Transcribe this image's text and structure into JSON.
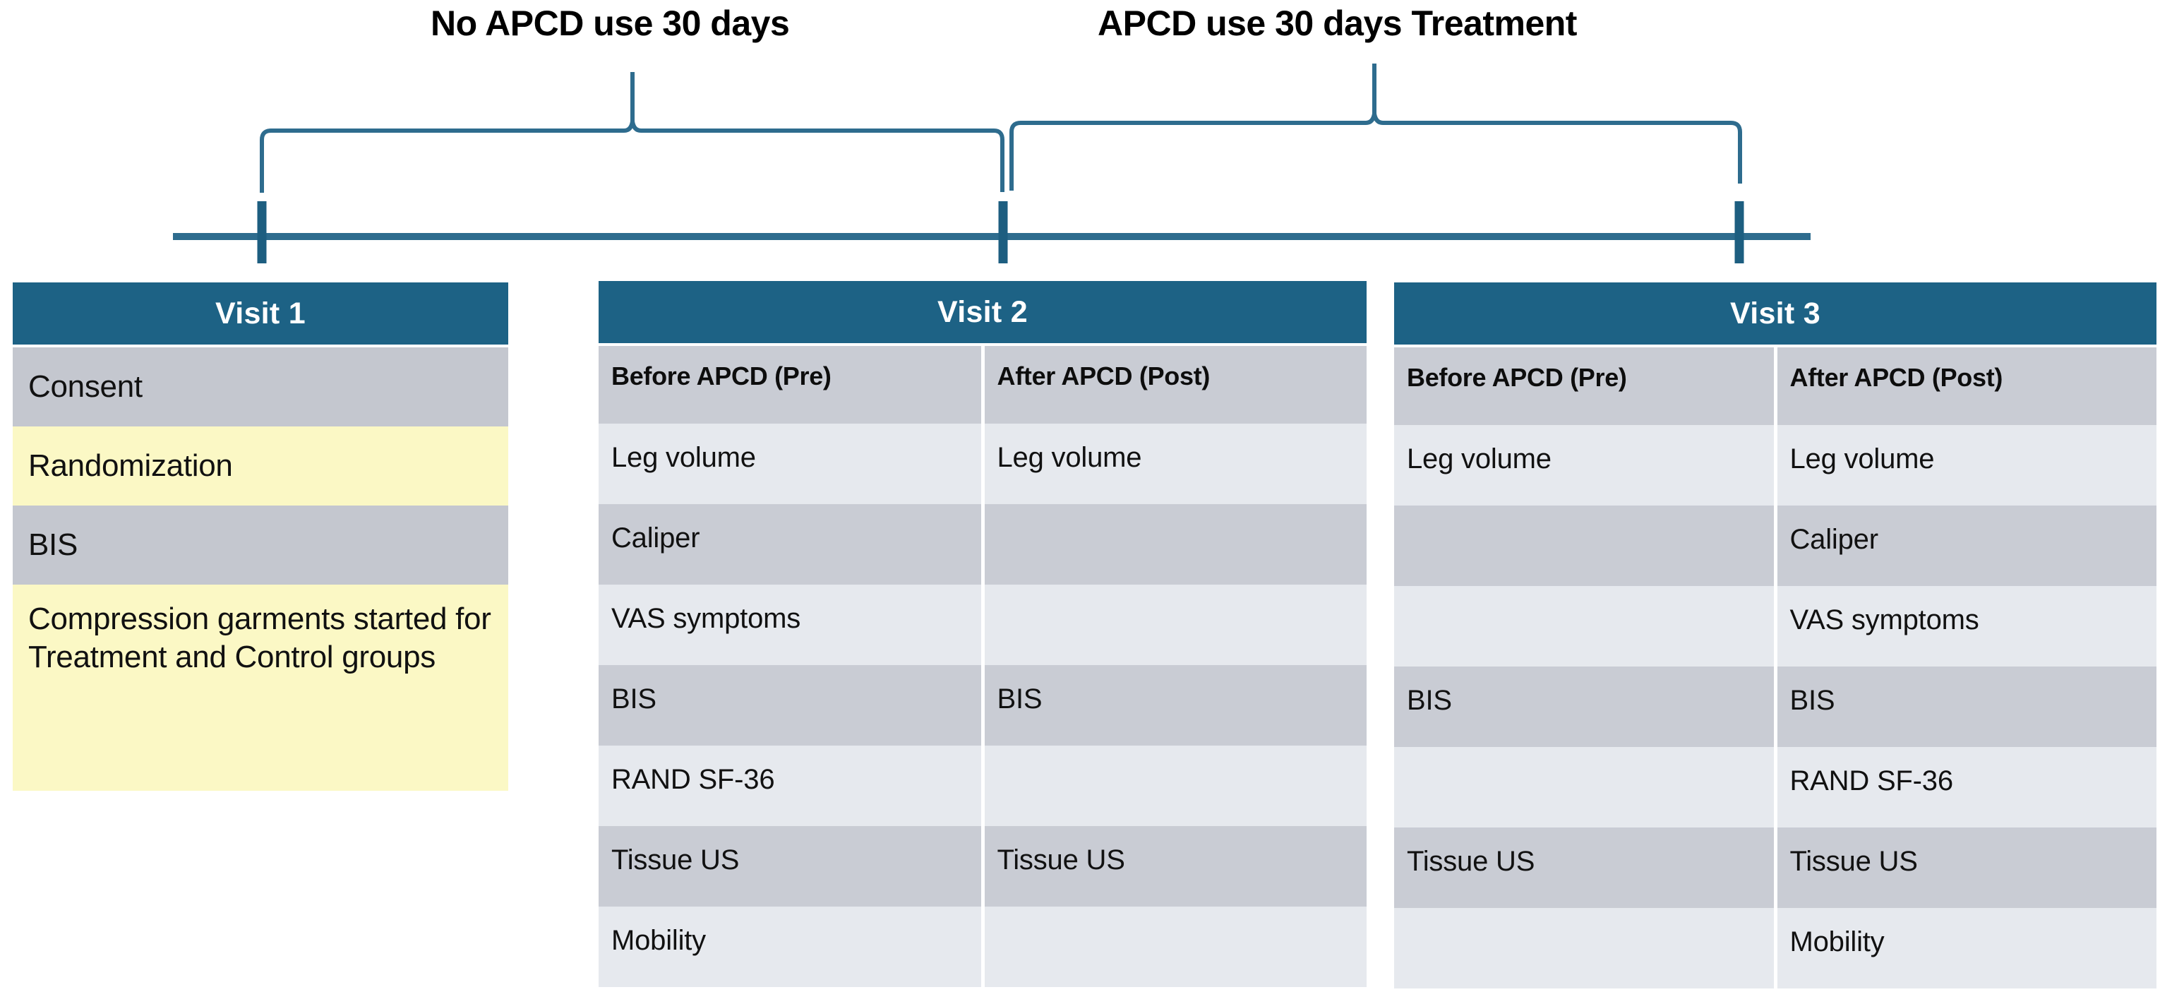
{
  "colors": {
    "header_blue": "#1d6285",
    "timeline_blue": "#2e6c8e",
    "row_gray": "#c9ccd4",
    "row_light": "#e6e9ee",
    "row_yellow": "#fbf8c5",
    "text_black": "#111111"
  },
  "timeline": {
    "phases": [
      {
        "label": "No APCD use 30 days"
      },
      {
        "label": "APCD use 30 days Treatment"
      }
    ],
    "tick_count": 3
  },
  "visits": [
    {
      "title": "Visit 1",
      "columns": [],
      "rows": [
        {
          "text": "Consent",
          "style": "gray"
        },
        {
          "text": "Randomization",
          "style": "yellow"
        },
        {
          "text": "BIS",
          "style": "gray"
        },
        {
          "text": "Compression garments started for Treatment and Control groups",
          "style": "yellow"
        }
      ]
    },
    {
      "title": "Visit 2",
      "columns": [
        {
          "label": "Before APCD (Pre)"
        },
        {
          "label": "After APCD (Post)"
        }
      ],
      "rows": [
        {
          "pre": "Leg volume",
          "post": "Leg volume",
          "style": "light"
        },
        {
          "pre": "Caliper",
          "post": "",
          "style": "dark"
        },
        {
          "pre": "VAS symptoms",
          "post": "",
          "style": "light"
        },
        {
          "pre": "BIS",
          "post": "BIS",
          "style": "dark"
        },
        {
          "pre": "RAND SF-36",
          "post": "",
          "style": "light"
        },
        {
          "pre": "Tissue US",
          "post": "Tissue US",
          "style": "dark"
        },
        {
          "pre": "Mobility",
          "post": "",
          "style": "light"
        }
      ]
    },
    {
      "title": "Visit 3",
      "columns": [
        {
          "label": "Before APCD (Pre)"
        },
        {
          "label": "After APCD (Post)"
        }
      ],
      "rows": [
        {
          "pre": "Leg volume",
          "post": "Leg volume",
          "style": "light"
        },
        {
          "pre": "",
          "post": "Caliper",
          "style": "dark"
        },
        {
          "pre": "",
          "post": "VAS symptoms",
          "style": "light"
        },
        {
          "pre": "BIS",
          "post": "BIS",
          "style": "dark"
        },
        {
          "pre": "",
          "post": "RAND SF-36",
          "style": "light"
        },
        {
          "pre": "Tissue US",
          "post": "Tissue US",
          "style": "dark"
        },
        {
          "pre": "",
          "post": "Mobility",
          "style": "light"
        }
      ]
    }
  ]
}
